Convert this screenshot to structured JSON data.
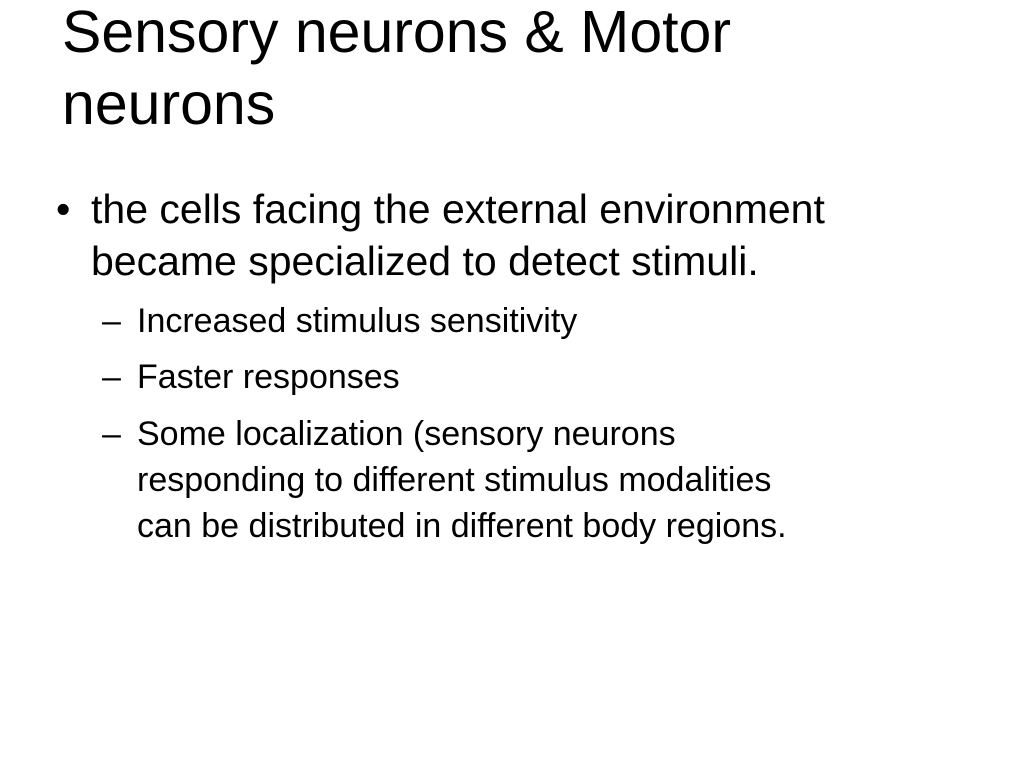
{
  "slide": {
    "title_line1": "Sensory neurons & Motor",
    "title_line2": "neurons",
    "bullet": {
      "marker": "•",
      "line1": "the cells facing the external environment",
      "line2": "became specialized to detect stimuli."
    },
    "sub_bullets": [
      {
        "marker": "–",
        "line1": "Increased stimulus sensitivity"
      },
      {
        "marker": "–",
        "line1": "Faster responses"
      },
      {
        "marker": "–",
        "line1": "Some localization (sensory neurons",
        "line2": "responding to different stimulus modalities",
        "line3": "can be distributed in different body regions."
      }
    ]
  }
}
